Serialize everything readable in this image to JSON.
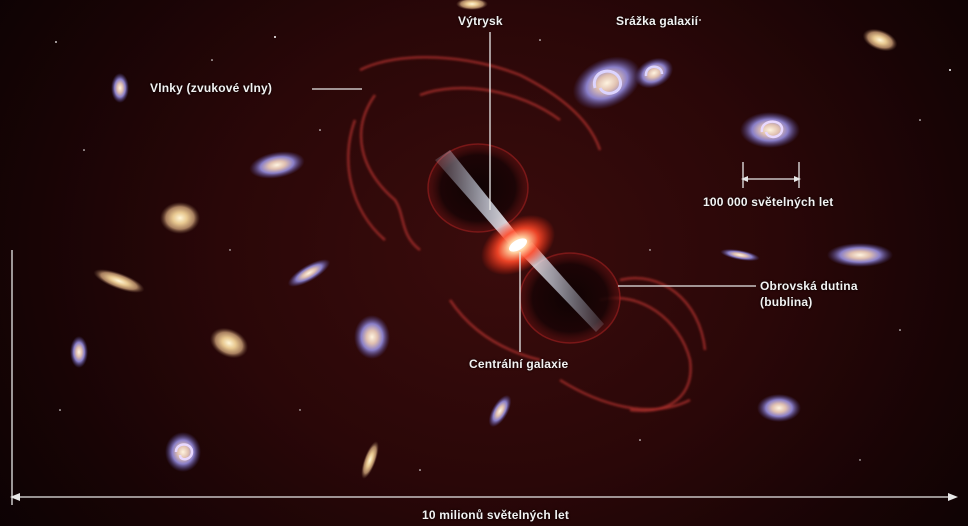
{
  "labels": {
    "jet": "Výtrysk",
    "collision": "Srážka galaxií",
    "ripples": "Vlnky (zvukové vlny)",
    "galaxy_size": "100 000 světelných let",
    "cavity_line1": "Obrovská dutina",
    "cavity_line2": "(bublina)",
    "central_galaxy": "Centrální galaxie",
    "scale": "10 milionů světelných let"
  },
  "colors": {
    "background": "#2a0708",
    "ripple": "#b0302c",
    "label_text": "#f2f2f2",
    "core_glow": "#ff5533"
  }
}
